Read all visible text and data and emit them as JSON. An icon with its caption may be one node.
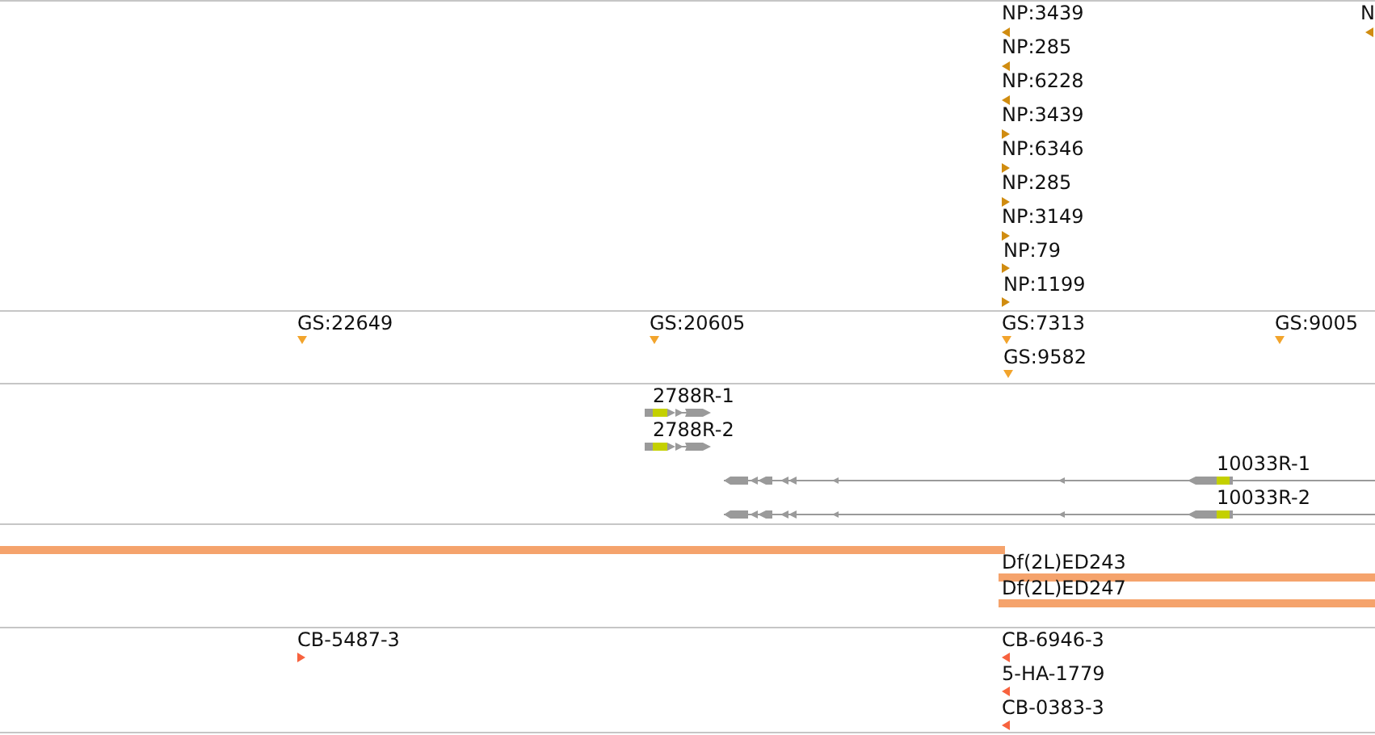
{
  "diagram": {
    "labels": [
      "NP:3439",
      "N",
      "NP:285",
      "NP:6228",
      "NP:3439",
      "NP:6346",
      "NP:285",
      "NP:3149",
      "NP:79",
      "NP:1199",
      "GS:22649",
      "GS:20605",
      "GS:7313",
      "GS:9005",
      "GS:9582",
      "2788R-1",
      "2788R-2",
      "10033R-1",
      "10033R-2",
      "Df(2L)ED243",
      "Df(2L)ED247",
      "CB-5487-3",
      "CB-6946-3",
      "5-HA-1779",
      "CB-0383-3"
    ]
  }
}
